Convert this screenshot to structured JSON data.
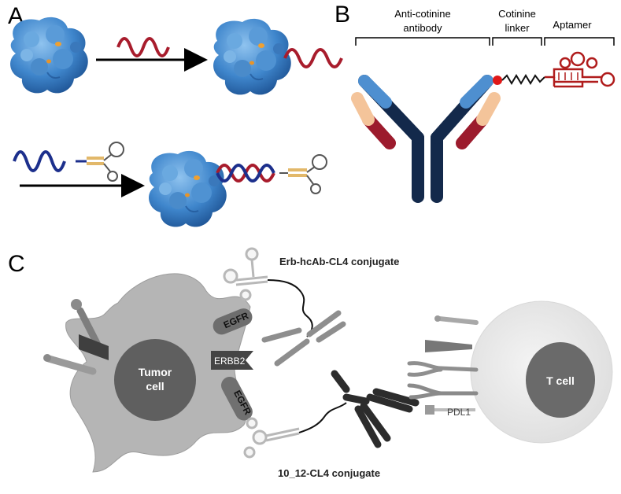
{
  "panels": {
    "a": {
      "letter": "A"
    },
    "b": {
      "letter": "B",
      "antibody_label_line1": "Anti-cotinine",
      "antibody_label_line2": "antibody",
      "linker_label_line1": "Cotinine",
      "linker_label_line2": "linker",
      "aptamer_label": "Aptamer"
    },
    "c": {
      "letter": "C",
      "erb_conjugate": "Erb-hcAb-CL4 conjugate",
      "conjugate_10_12": "10_12-CL4 conjugate",
      "tumor_cell_line1": "Tumor",
      "tumor_cell_line2": "cell",
      "t_cell": "T cell",
      "egfr_top": "EGFR",
      "erbb2": "ERBB2",
      "egfr_bottom": "EGFR",
      "pdl1": "PDL1"
    }
  },
  "colors": {
    "protein_blue": "#3f86cc",
    "rna_red": "#a81c2c",
    "dna_blue": "#1c2f8c",
    "antibody_navy": "#13294b",
    "antibody_light_blue": "#4e8fd0",
    "antibody_peach": "#f4c49a",
    "antibody_maroon": "#9c1b2d",
    "cotinine_red": "#e01818",
    "tumor_gray": "#b5b5b5",
    "tcell_gray": "#e8e8e8"
  }
}
